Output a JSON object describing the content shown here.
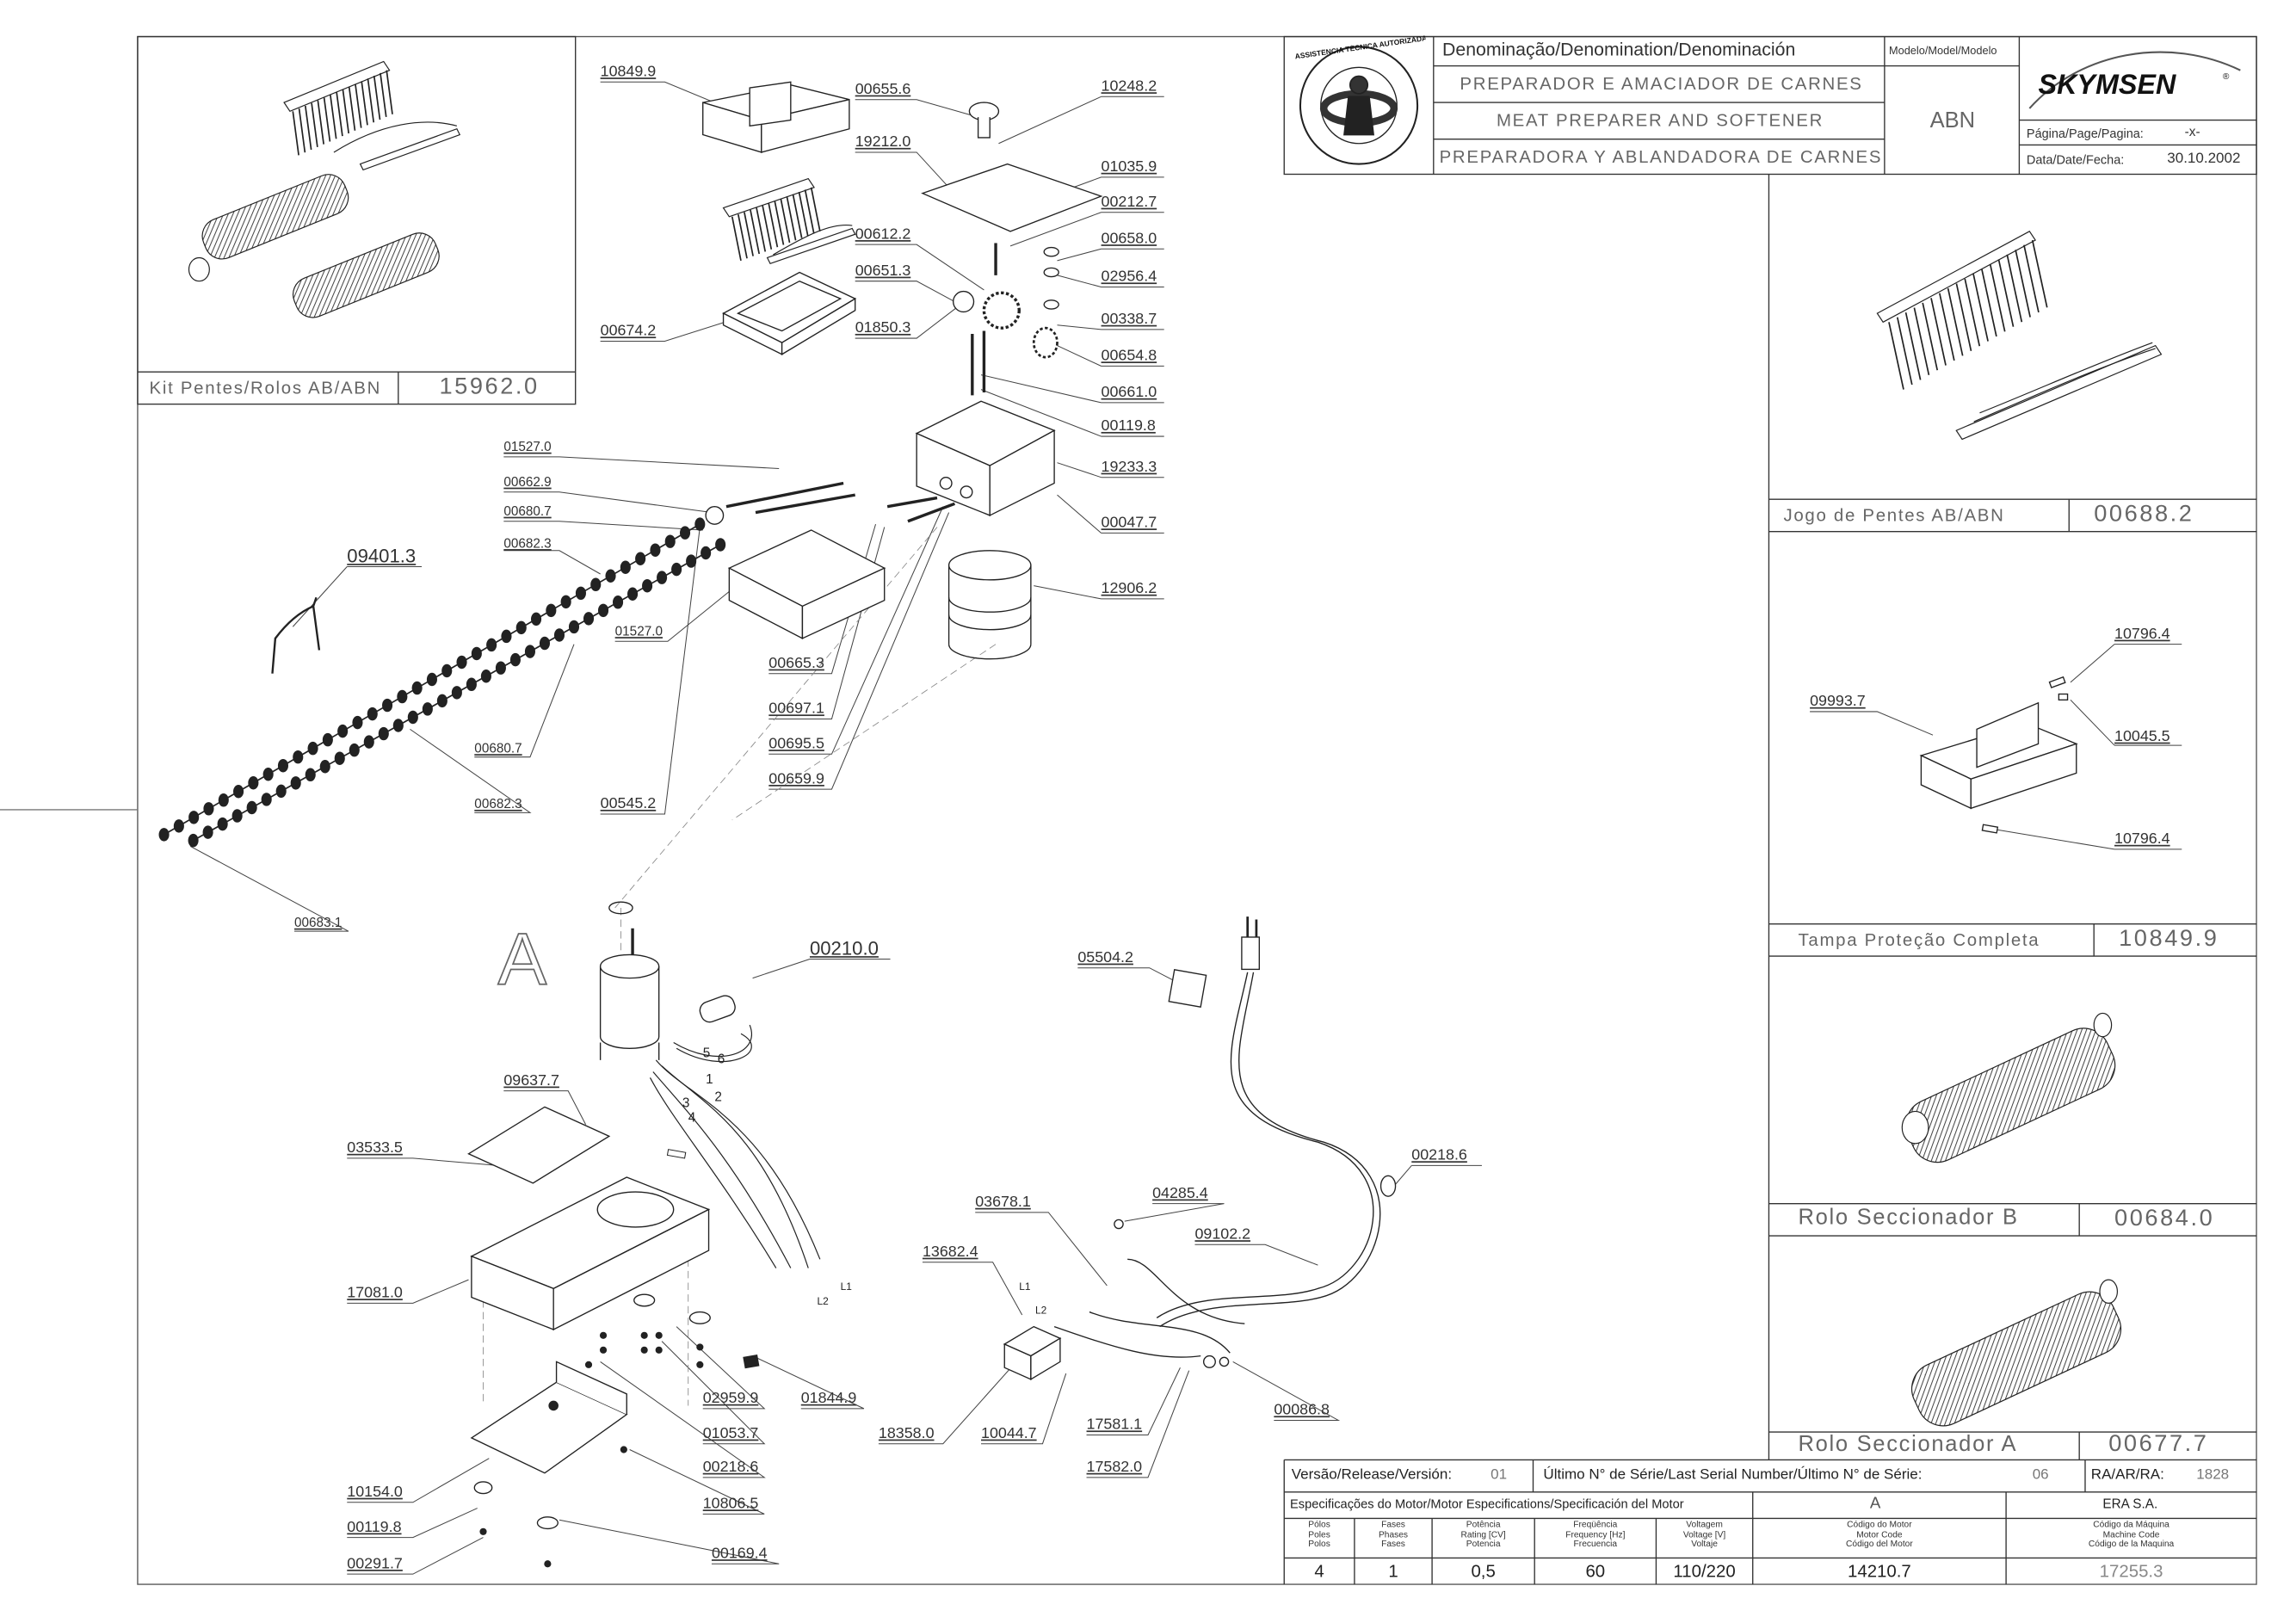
{
  "title_block": {
    "denomination_header": "Denominação/Denomination/Denominación",
    "model_header": "Modelo/Model/Modelo",
    "name_pt": "PREPARADOR E AMACIADOR DE CARNES",
    "name_en": "MEAT PREPARER AND SOFTENER",
    "name_es": "PREPARADORA Y ABLANDADORA DE CARNES",
    "model": "ABN",
    "brand": "SKYMSEN",
    "page_label": "Página/Page/Pagina:",
    "page_value": "-x-",
    "date_label": "Data/Date/Fecha:",
    "date_value": "30.10.2002",
    "seal_top": "ASSISTÊNCIA TÉCNICA AUTORIZADA"
  },
  "kits": [
    {
      "label": "Kit Pentes/Rolos AB/ABN",
      "code": "15962.0"
    },
    {
      "label": "Jogo de Pentes AB/ABN",
      "code": "00688.2"
    },
    {
      "label": "Tampa  Proteção Completa",
      "code": "10849.9"
    },
    {
      "label": "Rolo Seccionador B",
      "code": "00684.0"
    },
    {
      "label": "Rolo Seccionador A",
      "code": "00677.7"
    }
  ],
  "detail_label": "A",
  "callouts": {
    "p10849_9": "10849.9",
    "p00655_6": "00655.6",
    "p10248_2": "10248.2",
    "p19212_0": "19212.0",
    "p01035_9": "01035.9",
    "p00212_7": "00212.7",
    "p00612_2": "00612.2",
    "p00658_0": "00658.0",
    "p00651_3": "00651.3",
    "p02956_4": "02956.4",
    "p00674_2": "00674.2",
    "p01850_3": "01850.3",
    "p00338_7": "00338.7",
    "p00654_8": "00654.8",
    "p00661_0": "00661.0",
    "p00119_8a": "00119.8",
    "p01527_0a": "01527.0",
    "p19233_3": "19233.3",
    "p00662_9": "00662.9",
    "p00680_7a": "00680.7",
    "p00047_7": "00047.7",
    "p00682_3a": "00682.3",
    "p09401_3": "09401.3",
    "p12906_2": "12906.2",
    "p01527_0b": "01527.0",
    "p00665_3": "00665.3",
    "p00697_1": "00697.1",
    "p00680_7b": "00680.7",
    "p00695_5": "00695.5",
    "p00659_9": "00659.9",
    "p00682_3b": "00682.3",
    "p00545_2": "00545.2",
    "p00683_1": "00683.1",
    "p00210_0": "00210.0",
    "p05504_2": "05504.2",
    "p09637_7": "09637.7",
    "p03533_5": "03533.5",
    "p00218_6a": "00218.6",
    "p03678_1": "03678.1",
    "p04285_4": "04285.4",
    "p13682_4": "13682.4",
    "p09102_2": "09102.2",
    "p17081_0": "17081.0",
    "p02959_9": "02959.9",
    "p01844_9": "01844.9",
    "p18358_0": "18358.0",
    "p10044_7": "10044.7",
    "p17581_1": "17581.1",
    "p00086_8": "00086.8",
    "p01053_7": "01053.7",
    "p00218_6b": "00218.6",
    "p17582_0": "17582.0",
    "p10154_0": "10154.0",
    "p10806_5": "10806.5",
    "p00119_8b": "00119.8",
    "p00169_4": "00169.4",
    "p00291_7": "00291.7",
    "p09993_7": "09993.7",
    "p10796_4a": "10796.4",
    "p10045_5": "10045.5",
    "p10796_4b": "10796.4"
  },
  "wire_labels": {
    "w1": "1",
    "w2": "2",
    "w3": "3",
    "w4": "4",
    "w5": "5",
    "w6": "6",
    "l1a": "L1",
    "l2a": "L2",
    "l1b": "L1",
    "l2b": "L2"
  },
  "release_row": {
    "version_label": "Versão/Release/Versión:",
    "version": "01",
    "serial_label": "Último N° de Série/Last Serial Number/Último N° de Série:",
    "serial": "06",
    "ra_label": "RA/AR/RA:",
    "ra": "1828"
  },
  "motor_spec": {
    "header": "Especificações do Motor/Motor Especifications/Specificación del Motor",
    "motor_letter": "A",
    "maker": "ERA S.A.",
    "col_poles": "Pólos\nPoles\nPolos",
    "col_phases": "Fases\nPhases\nFases",
    "col_power": "Potência\nRating [CV]\nPotencia",
    "col_freq": "Freqüência\nFrequency [Hz]\nFrecuencia",
    "col_volt": "Voltagem\nVoltage [V]\nVoltaje",
    "col_motor_code": "Código do Motor\nMotor Code\nCódigo del Motor",
    "col_machine_code": "Código da Máquina\nMachine Code\nCódigo de la Maquina",
    "poles": "4",
    "phases": "1",
    "power": "0,5",
    "freq": "60",
    "volt": "110/220",
    "motor_code": "14210.7",
    "machine_code": "17255.3"
  }
}
